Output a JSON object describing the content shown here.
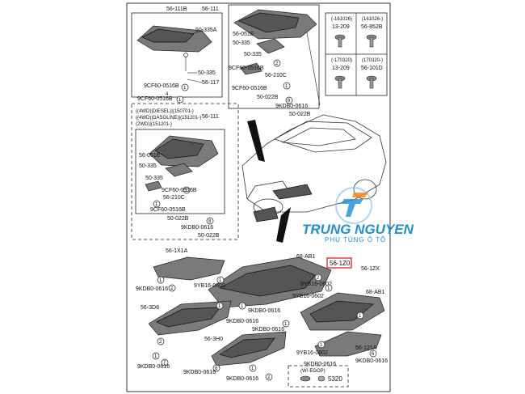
{
  "top_left_box": {
    "title": "56-111B",
    "labels": [
      "50-335A",
      "50-335",
      "56-117",
      "9CF60-0516B",
      "9CF60-0516B"
    ],
    "callouts": [
      "1",
      "4",
      "1"
    ]
  },
  "top_mid_box": {
    "title": "56-111",
    "labels": [
      "56-051E",
      "50-335",
      "50-335",
      "9CF60-0516B",
      "56-210C",
      "9CF60-0516B",
      "50-022B",
      "9KDB0-0616",
      "50-022B"
    ],
    "callouts": [
      "2",
      "1",
      "8"
    ]
  },
  "clip_table": {
    "cells": [
      {
        "note": "(-161026)",
        "part": "13-209"
      },
      {
        "note": "(161026-)",
        "part": "56-852B"
      },
      {
        "note": "(-170320)",
        "part": "13-209"
      },
      {
        "note": "(170320-)",
        "part": "56-101D"
      }
    ]
  },
  "variant_box": {
    "conditions": [
      "((4WD)|DIESEL)|(150701-)",
      "((4WD)|GASOLINE)|(151201-)",
      "(2WD)|(151201-)"
    ],
    "title": "56-111",
    "labels": [
      "56-051E",
      "50-335",
      "50-335",
      "9CF60-0516B",
      "56-210C",
      "9CF60-0516B",
      "50-022B",
      "9KDB0-0616",
      "50-022B"
    ],
    "callouts": [
      "2",
      "1",
      "8"
    ]
  },
  "watermark": {
    "brand": "TRUNG NGUYEN",
    "tagline": "PHỤ TÙNG Ô TÔ",
    "brand_color": "#1f8fd0",
    "accent_color": "#f28a1a"
  },
  "lower": {
    "labels": [
      "56-1X1A",
      "9KDB0-0616",
      "9YB16-0602",
      "68-AB1",
      "56-1Z0",
      "56-1ZX",
      "9YB16-0602",
      "68-AB1",
      "9YB16-0602",
      "56-3D8",
      "9KDB0-0616",
      "9KDB0-0616",
      "9KDB0-0616",
      "56-3H0",
      "9KDB0-0616",
      "9KDB0-0616",
      "9YB16-0602",
      "56-121A",
      "9KDB0-0616",
      "9KDB0-0616",
      "9KDB0-0616"
    ],
    "highlight": "56-1Z0",
    "highlight_color": "#e0202a",
    "footer_note": "(W/-EGOP)",
    "footer_part": "5320",
    "callouts": [
      "1",
      "2",
      "1",
      "2",
      "1",
      "1",
      "1",
      "1",
      "1",
      "2",
      "1",
      "7",
      "6",
      "1",
      "6",
      "1",
      "2"
    ]
  }
}
